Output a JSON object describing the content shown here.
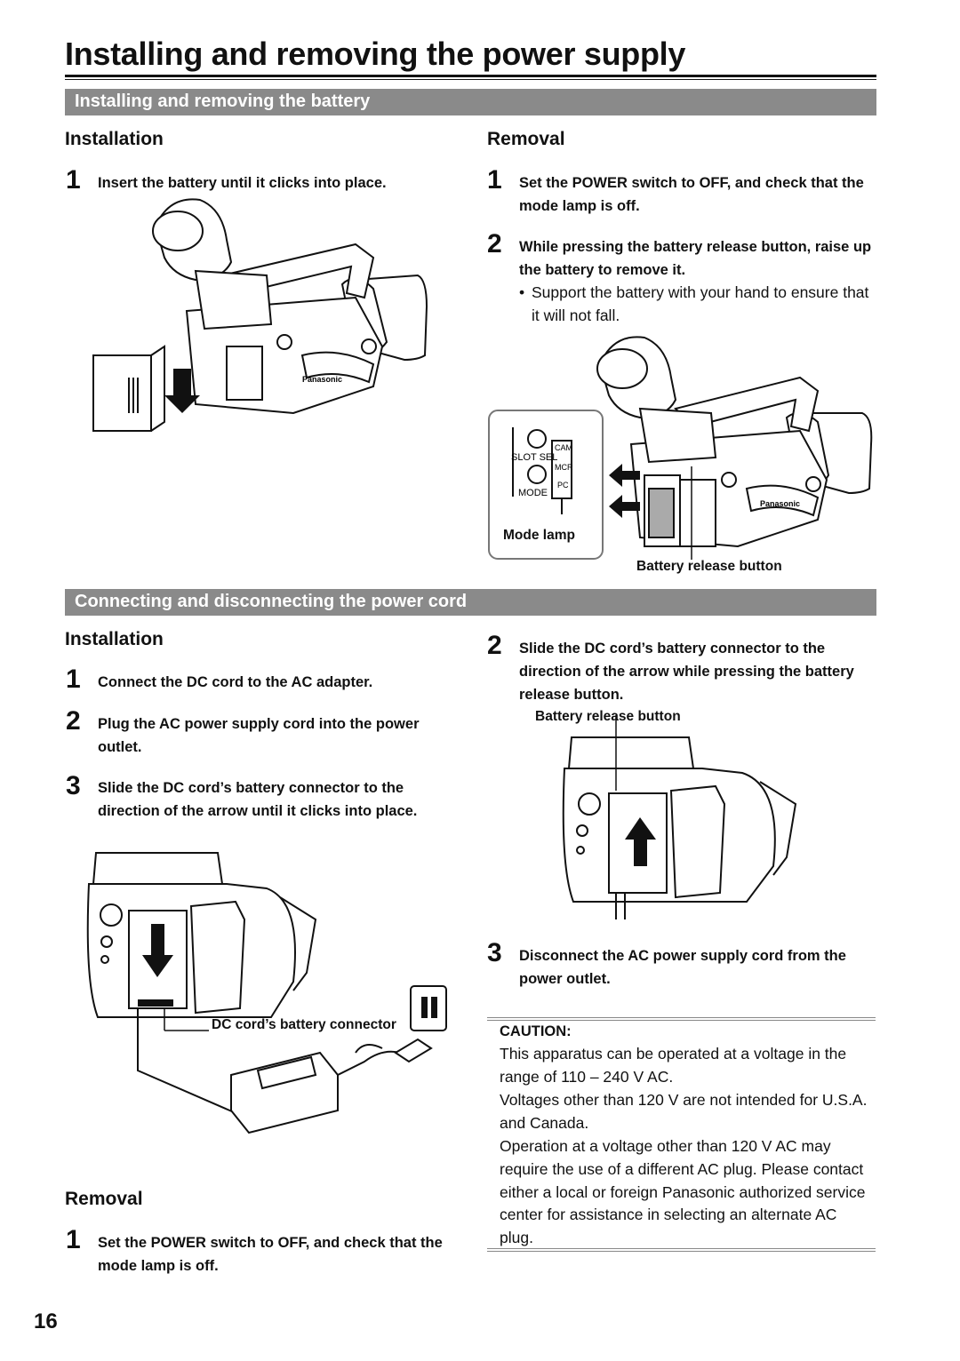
{
  "page": {
    "title": "Installing and removing the power supply",
    "page_number": "16"
  },
  "battery_section": {
    "bar_title": "Installing and removing the battery",
    "installation": {
      "heading": "Installation",
      "steps": [
        {
          "num": "1",
          "text": "Insert the battery until it clicks into place."
        }
      ]
    },
    "removal": {
      "heading": "Removal",
      "steps": [
        {
          "num": "1",
          "text": "Set the POWER switch to OFF, and check that the mode lamp is off."
        },
        {
          "num": "2",
          "text": "While pressing the battery release button, raise up the battery to remove it."
        }
      ],
      "bullet": "Support the battery with your hand to ensure that it will not fall.",
      "mode_panel_labels": [
        "SLOT SEL",
        "MODE",
        "CAM",
        "MCR",
        "PC"
      ],
      "callouts": {
        "mode_lamp": "Mode lamp",
        "battery_release_button": "Battery release button"
      }
    }
  },
  "power_cord_section": {
    "bar_title": "Connecting and disconnecting the power cord",
    "installation": {
      "heading": "Installation",
      "steps": [
        {
          "num": "1",
          "text": "Connect the DC cord to the AC adapter."
        },
        {
          "num": "2",
          "text": "Plug the AC power supply cord into the power outlet."
        },
        {
          "num": "3",
          "text": "Slide the DC cord’s battery connector to the direction of the arrow until it clicks into place."
        }
      ],
      "callouts": {
        "dc_connector": "DC cord’s battery connector"
      }
    },
    "removal": {
      "heading": "Removal",
      "steps": [
        {
          "num": "1",
          "text": "Set the POWER switch to OFF, and check that the mode lamp is off."
        },
        {
          "num": "2",
          "text": "Slide the DC cord’s battery connector to the direction of the arrow while pressing the battery release button."
        },
        {
          "num": "3",
          "text": "Disconnect the AC power supply cord from the power outlet."
        }
      ],
      "callouts": {
        "battery_release_button": "Battery release button"
      }
    },
    "caution": {
      "heading": "CAUTION:",
      "paragraphs": [
        "This apparatus can be operated at a voltage in the range of 110 – 240 V AC.",
        "Voltages other than 120 V are not intended for U.S.A. and Canada.",
        "Operation at a voltage other than 120 V AC may require the use of a different AC plug. Please contact either a local or foreign Panasonic authorized service center for assistance in selecting an alternate AC plug."
      ]
    }
  },
  "illustration": {
    "brand_text": "Panasonic"
  }
}
